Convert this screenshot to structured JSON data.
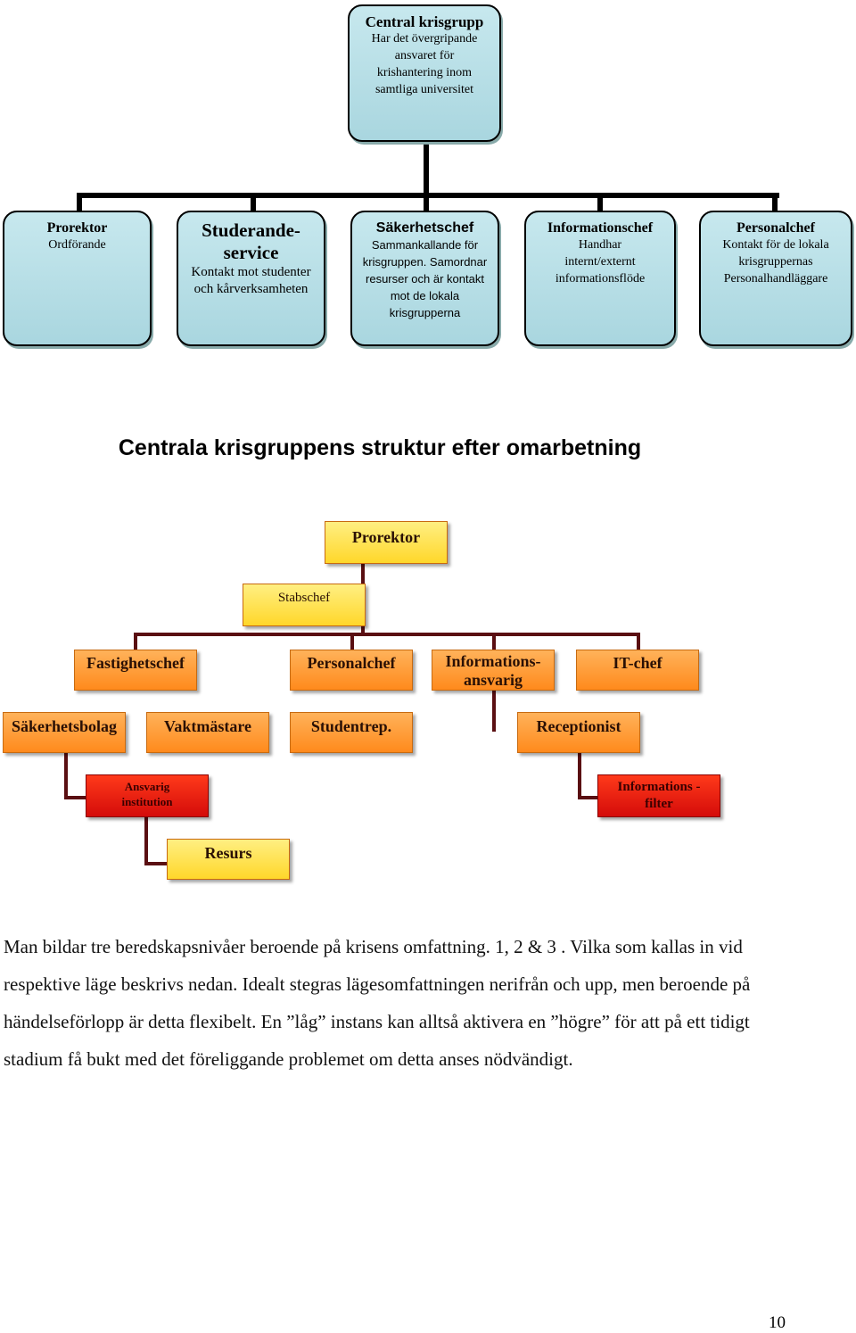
{
  "top_chart": {
    "root": {
      "title": "Central krisgrupp",
      "desc": "Har det övergripande ansvaret för krishantering inom samtliga universitet"
    },
    "children": [
      {
        "title": "Prorektor",
        "desc": "Ordförande"
      },
      {
        "title": "Studerande-service",
        "desc": "Kontakt mot studenter och kårverksamheten"
      },
      {
        "title": "Säkerhetschef",
        "desc": "Sammankallande för krisgruppen. Samordnar resurser och är kontakt mot de lokala krisgrupperna"
      },
      {
        "title": "Informationschef",
        "desc": "Handhar internt/externt informationsflöde"
      },
      {
        "title": "Personalchef",
        "desc": "Kontakt för de lokala krisgruppernas Personalhandläggare"
      }
    ]
  },
  "heading": "Centrala krisgruppens struktur efter omarbetning",
  "bottom_chart": {
    "prorektor": "Prorektor",
    "stabschef": "Stabschef",
    "fastighetschef": "Fastighetschef",
    "personalchef": "Personalchef",
    "informationsansvarig": "Informations-ansvarig",
    "it_chef": "IT-chef",
    "sakerhetsbolag": "Säkerhetsbolag",
    "vaktmastare": "Vaktmästare",
    "studentrep": "Studentrep.",
    "receptionist": "Receptionist",
    "ansvarig_institution": "Ansvarig institution",
    "informations_filter": "Informations -filter",
    "resurs": "Resurs"
  },
  "paragraph": "Man bildar tre beredskapsnivåer beroende på krisens omfattning. 1, 2 & 3 . Vilka som kallas in vid respektive läge beskrivs nedan. Idealt stegras lägesomfattningen nerifrån och upp, men beroende på händelseförlopp är detta flexibelt. En ”låg” instans kan alltså aktivera en ”högre” för att på ett tidigt stadium få bukt med det föreliggande problemet om detta anses nödvändigt.",
  "page_number": "10",
  "colors": {
    "top_box_fill": "#b2dbe3",
    "yellow_box": "#ffd72a",
    "orange_box": "#ff8a1c",
    "red_box": "#d40c0a",
    "connector_dark": "#5a0f12"
  }
}
